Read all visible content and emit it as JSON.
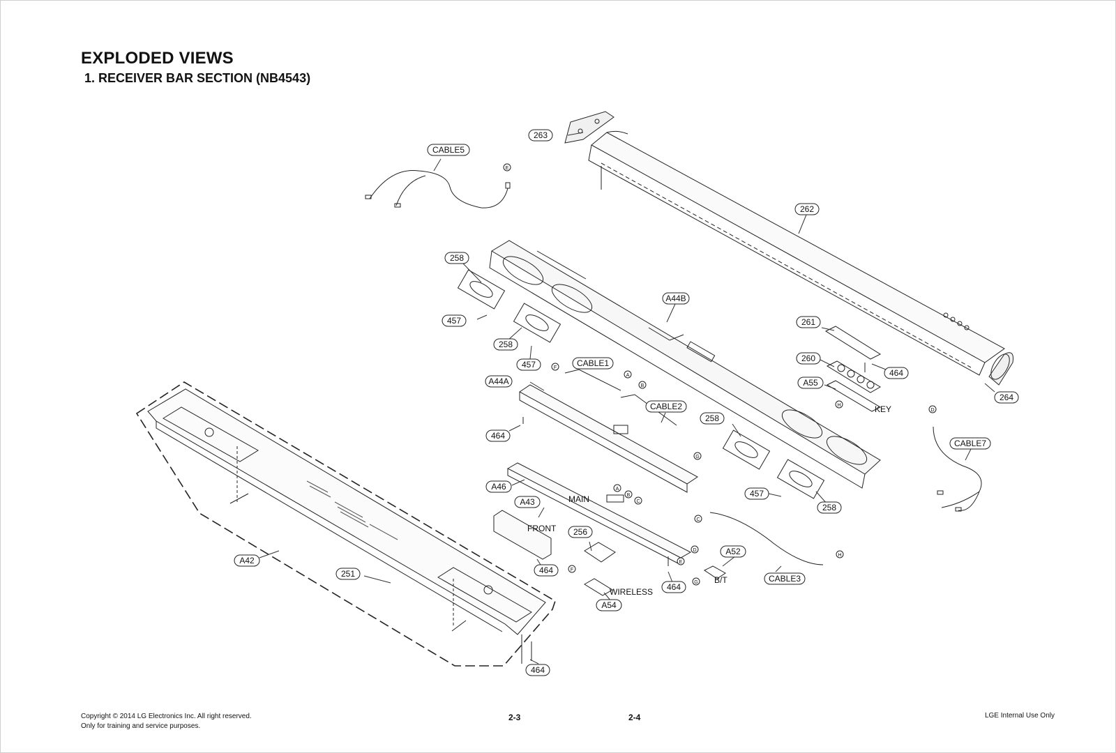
{
  "page": {
    "title": "EXPLODED VIEWS",
    "subtitle": "1. RECEIVER BAR SECTION (NB4543)"
  },
  "footer": {
    "copyright": "Copyright © 2014 LG Electronics Inc. All right reserved.",
    "purpose": "Only for training and service purposes.",
    "page_left": "2-3",
    "page_right": "2-4",
    "classification": "LGE Internal Use Only"
  },
  "part_labels": {
    "p263": "263",
    "cable5": "CABLE5",
    "p262": "262",
    "p258_a": "258",
    "p457_a": "457",
    "p258_b": "258",
    "p457_b": "457",
    "a44b": "A44B",
    "p261": "261",
    "p260": "260",
    "p464_a": "464",
    "a55": "A55",
    "p264": "264",
    "cable1": "CABLE1",
    "a44a": "A44A",
    "cable2": "CABLE2",
    "p464_b": "464",
    "p258_c": "258",
    "cable7": "CABLE7",
    "a46": "A46",
    "p457_c": "457",
    "p258_d": "258",
    "a43": "A43",
    "p256": "256",
    "a52": "A52",
    "a42": "A42",
    "p251": "251",
    "p464_c": "464",
    "p464_d": "464",
    "cable3": "CABLE3",
    "a54": "A54",
    "p464_e": "464"
  },
  "text_labels": {
    "key": "KEY",
    "main": "MAIN",
    "front": "FRONT",
    "bt": "B/T",
    "wireless": "WIRELESS"
  },
  "connector_markers": {
    "e1": "E",
    "f1": "F",
    "a1": "A",
    "b1": "B",
    "g1": "G",
    "h1": "H",
    "d1": "D",
    "a2": "A",
    "b2": "B",
    "c2": "C",
    "c3": "C",
    "d2": "D",
    "e2": "E",
    "h2": "H",
    "f2": "F",
    "g2": "G"
  }
}
